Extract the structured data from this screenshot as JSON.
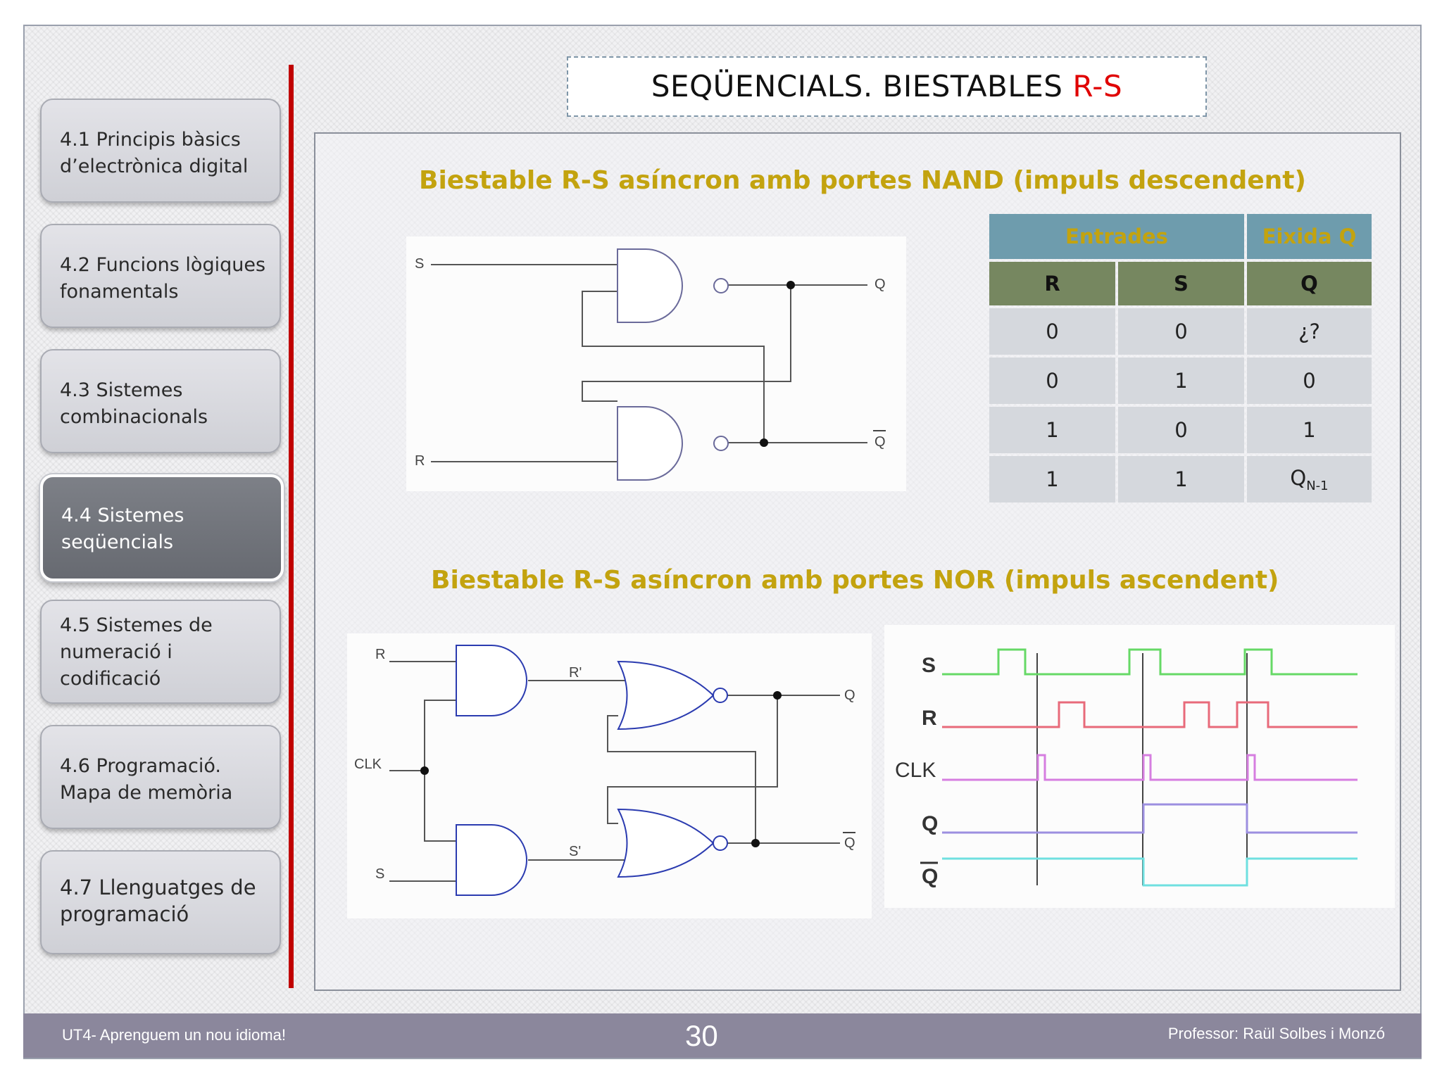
{
  "title": {
    "prefix": "SEQÜENCIALS. BIESTABLES ",
    "accent": "R-S"
  },
  "nav": [
    {
      "label": "4.1 Principis bàsics d’electrònica digital"
    },
    {
      "label": "4.2 Funcions lògiques fonamentals"
    },
    {
      "label": "4.3 Sistemes combinacionals"
    },
    {
      "label": "4.4 Sistemes seqüencials",
      "active": true
    },
    {
      "label": "4.5 Sistemes de numeració i codificació"
    },
    {
      "label": "4.6 Programació. Mapa de memòria"
    },
    {
      "label": "4.7 Llenguatges de programació"
    }
  ],
  "heading_nand": "Biestable R-S asíncron amb portes NAND (impuls descendent)",
  "heading_nor": "Biestable R-S asíncron amb portes NOR (impuls ascendent)",
  "nand_circuit": {
    "input_s": "S",
    "input_r": "R",
    "out_q": "Q",
    "out_qbar": "Q"
  },
  "nor_circuit": {
    "input_r": "R",
    "input_clk": "CLK",
    "input_s": "S",
    "node_r": "R'",
    "node_s": "S'",
    "out_q": "Q",
    "out_qbar": "Q"
  },
  "truth_table": {
    "group_headers": [
      "Entrades",
      "Eixida Q"
    ],
    "columns": [
      "R",
      "S",
      "Q"
    ],
    "rows": [
      [
        "0",
        "0",
        "¿?"
      ],
      [
        "0",
        "1",
        "0"
      ],
      [
        "1",
        "0",
        "1"
      ],
      [
        "1",
        "1",
        "Q",
        "N-1"
      ]
    ]
  },
  "timing": {
    "signals": [
      "S",
      "R",
      "CLK",
      "Q",
      "Q"
    ],
    "colors": {
      "S": "#66d966",
      "R": "#e86a7a",
      "CLK": "#d67ee0",
      "Q": "#9c8fe0",
      "Qbar": "#6fe0e0"
    }
  },
  "footer": {
    "course": "UT4- Aprenguem un nou idioma!",
    "page": "30",
    "author": "Professor: Raül Solbes i Monzó"
  }
}
